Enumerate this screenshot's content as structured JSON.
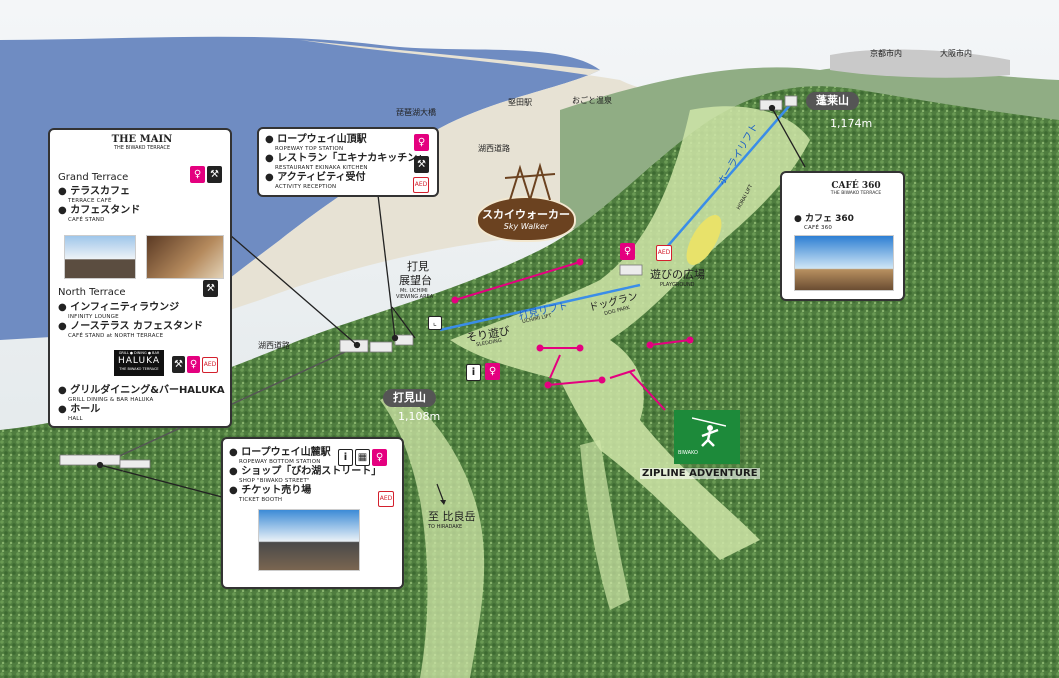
{
  "towns": {
    "kyoto": "京都市内",
    "osaka": "大阪市内",
    "ogoto": "おごと温泉",
    "katata": "堅田駅",
    "bridge": "琵琶湖大橋",
    "kosei": "湖西道路",
    "kosei2": "湖西道路"
  },
  "peaks": {
    "horai": {
      "name": "蓬莱山",
      "elevation": "1,174m"
    },
    "uchimi": {
      "name": "打見山",
      "elevation": "1,108m"
    }
  },
  "main_box": {
    "logo_title": "THE MAIN",
    "logo_sub": "THE BIWAKO TERRACE",
    "grand_terrace": "Grand Terrace",
    "items1": [
      {
        "jp": "テラスカフェ",
        "en": "TERRACE CAFÉ"
      },
      {
        "jp": "カフェスタンド",
        "en": "CAFÉ STAND"
      }
    ],
    "north_terrace": "North Terrace",
    "items2": [
      {
        "jp": "インフィニティラウンジ",
        "en": "INFINITY LOUNGE"
      },
      {
        "jp": "ノーステラス カフェスタンド",
        "en": "CAFÉ STAND at NORTH TERRACE"
      }
    ],
    "haluka_top": "GRILL ● DINING ● BAR",
    "haluka_name": "HALUKA",
    "haluka_sub": "THE BIWAKO TERRACE",
    "items3": [
      {
        "jp": "グリルダイニング&バーHALUKA",
        "en": "GRILL DINING & BAR HALUKA"
      },
      {
        "jp": "ホール",
        "en": "HALL"
      }
    ]
  },
  "top_station_box": {
    "items": [
      {
        "jp": "ロープウェイ山頂駅",
        "en": "ROPEWAY TOP STATION"
      },
      {
        "jp": "レストラン「エキナカキッチン」",
        "en": "RESTAURANT EKINAKA KITCHEN"
      },
      {
        "jp": "アクティビティ受付",
        "en": "ACTIVITY RECEPTION"
      }
    ]
  },
  "cafe360_box": {
    "logo_title": "CAFÉ 360",
    "logo_sub": "THE BIWAKO TERRACE",
    "item_jp": "カフェ 360",
    "item_en": "CAFÉ 360"
  },
  "bottom_station_box": {
    "items": [
      {
        "jp": "ロープウェイ山麓駅",
        "en": "ROPEWAY BOTTOM STATION"
      },
      {
        "jp": "ショップ「びわ湖ストリート」",
        "en": "SHOP \"BIWAKO STREET\""
      },
      {
        "jp": "チケット売り場",
        "en": "TICKET BOOTH"
      }
    ]
  },
  "map_labels": {
    "skywalker_jp": "スカイウォーカー",
    "skywalker_en": "Sky Walker",
    "uchimi_view_jp1": "打見",
    "uchimi_view_jp2": "展望台",
    "uchimi_view_en1": "Mt. UCHIMI",
    "uchimi_view_en2": "VIEWING AREA",
    "horai_lift_jp": "ホーライリフト",
    "horai_lift_en": "HORAI LIFT",
    "uchimi_lift_jp": "打見リフト",
    "uchimi_lift_en": "UCHIMI LIFT",
    "dogrun_jp": "ドッグラン",
    "dogrun_en": "DOG PARK",
    "playground_jp": "遊びの広場",
    "playground_en": "PLAYGROUND",
    "sledding_jp": "そり遊び",
    "sledding_en": "SLEDDING",
    "hiradake_jp": "至 比良岳",
    "hiradake_en": "TO HIRADAKE",
    "zipline_top": "BIWAKO",
    "zipline_name": "ZIPLINE ADVENTURE"
  },
  "icons": {
    "toilet": "toilet-icon",
    "restaurant": "restaurant-icon",
    "aed": "aed-icon",
    "info": "info-icon",
    "locker": "locker-icon",
    "lift": "lift-icon"
  },
  "icon_text": {
    "aed": "AED",
    "info": "i"
  },
  "colors": {
    "toilet": "#e4007f",
    "toilet_m": "#1d6fd6",
    "lift_line": "#3a8de8",
    "zipline": "#e4007f",
    "forest": "#4f7d3f",
    "lake": "#6f8cc2"
  }
}
